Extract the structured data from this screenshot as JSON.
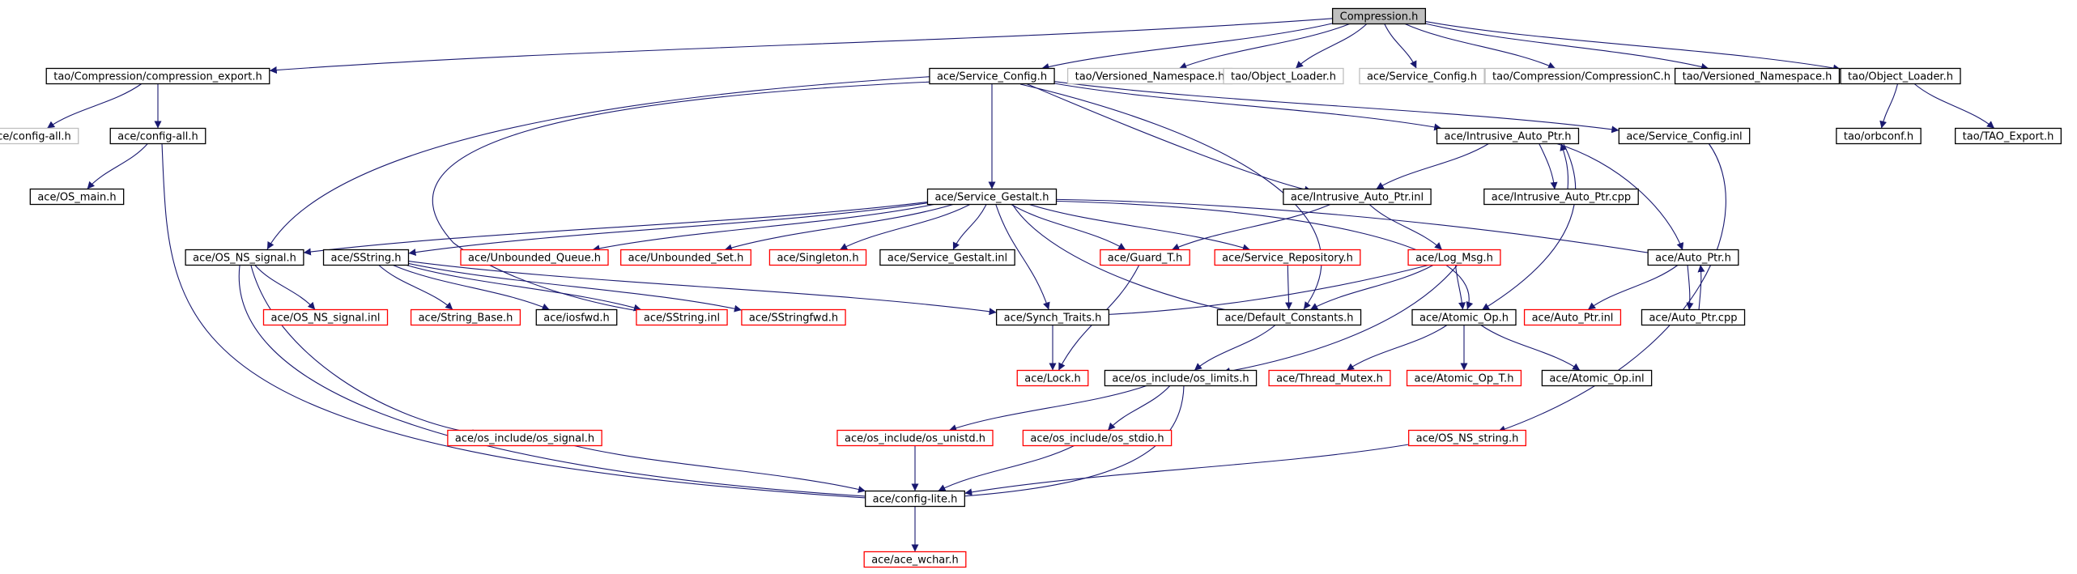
{
  "graph": {
    "root": "n_compression",
    "style": {
      "edge_color": "#191970",
      "border_black": "#000000",
      "border_red": "#ff0000",
      "border_gray": "#bfbfbf",
      "root_fill": "#bfbfbf"
    },
    "nodes": [
      {
        "id": "n_compression",
        "label": "Compression.h",
        "border": "black",
        "fill": "root"
      },
      {
        "id": "n_comp_export",
        "label": "tao/Compression/compression_export.h",
        "border": "black"
      },
      {
        "id": "n_svc_config_h",
        "label": "ace/Service_Config.h",
        "border": "black"
      },
      {
        "id": "n_vns_gray",
        "label": "tao/Versioned_Namespace.h",
        "border": "gray"
      },
      {
        "id": "n_objloader_gray",
        "label": "tao/Object_Loader.h",
        "border": "gray"
      },
      {
        "id": "n_svc_config_gray",
        "label": "ace/Service_Config.h",
        "border": "gray"
      },
      {
        "id": "n_compC_gray",
        "label": "tao/Compression/CompressionC.h",
        "border": "gray"
      },
      {
        "id": "n_vns_black",
        "label": "tao/Versioned_Namespace.h",
        "border": "black"
      },
      {
        "id": "n_objloader_black",
        "label": "tao/Object_Loader.h",
        "border": "black"
      },
      {
        "id": "n_configall_gray",
        "label": "ace/config-all.h",
        "border": "gray"
      },
      {
        "id": "n_configall",
        "label": "ace/config-all.h",
        "border": "black"
      },
      {
        "id": "n_intrusive_h",
        "label": "ace/Intrusive_Auto_Ptr.h",
        "border": "black"
      },
      {
        "id": "n_svc_config_inl",
        "label": "ace/Service_Config.inl",
        "border": "black"
      },
      {
        "id": "n_orbconf",
        "label": "tao/orbconf.h",
        "border": "black"
      },
      {
        "id": "n_tao_export",
        "label": "tao/TAO_Export.h",
        "border": "black"
      },
      {
        "id": "n_os_main",
        "label": "ace/OS_main.h",
        "border": "black"
      },
      {
        "id": "n_intrusive_inl",
        "label": "ace/Intrusive_Auto_Ptr.inl",
        "border": "black"
      },
      {
        "id": "n_intrusive_cpp",
        "label": "ace/Intrusive_Auto_Ptr.cpp",
        "border": "black"
      },
      {
        "id": "n_gestalt",
        "label": "ace/Service_Gestalt.h",
        "border": "black"
      },
      {
        "id": "n_os_ns_signal",
        "label": "ace/OS_NS_signal.h",
        "border": "black"
      },
      {
        "id": "n_sstring",
        "label": "ace/SString.h",
        "border": "black"
      },
      {
        "id": "n_unb_queue",
        "label": "ace/Unbounded_Queue.h",
        "border": "red"
      },
      {
        "id": "n_unb_set",
        "label": "ace/Unbounded_Set.h",
        "border": "red"
      },
      {
        "id": "n_singleton",
        "label": "ace/Singleton.h",
        "border": "red"
      },
      {
        "id": "n_gestalt_inl",
        "label": "ace/Service_Gestalt.inl",
        "border": "black"
      },
      {
        "id": "n_guard",
        "label": "ace/Guard_T.h",
        "border": "red"
      },
      {
        "id": "n_svc_repo",
        "label": "ace/Service_Repository.h",
        "border": "red"
      },
      {
        "id": "n_log_msg",
        "label": "ace/Log_Msg.h",
        "border": "red"
      },
      {
        "id": "n_auto_ptr",
        "label": "ace/Auto_Ptr.h",
        "border": "black"
      },
      {
        "id": "n_os_ns_signal_inl",
        "label": "ace/OS_NS_signal.inl",
        "border": "red"
      },
      {
        "id": "n_string_base",
        "label": "ace/String_Base.h",
        "border": "red"
      },
      {
        "id": "n_iosfwd",
        "label": "ace/iosfwd.h",
        "border": "black"
      },
      {
        "id": "n_sstring_inl",
        "label": "ace/SString.inl",
        "border": "red"
      },
      {
        "id": "n_sstringfwd",
        "label": "ace/SStringfwd.h",
        "border": "red"
      },
      {
        "id": "n_synch_traits",
        "label": "ace/Synch_Traits.h",
        "border": "black"
      },
      {
        "id": "n_default_const",
        "label": "ace/Default_Constants.h",
        "border": "black"
      },
      {
        "id": "n_atomic_op",
        "label": "ace/Atomic_Op.h",
        "border": "black"
      },
      {
        "id": "n_auto_ptr_inl",
        "label": "ace/Auto_Ptr.inl",
        "border": "red"
      },
      {
        "id": "n_auto_ptr_cpp",
        "label": "ace/Auto_Ptr.cpp",
        "border": "black"
      },
      {
        "id": "n_lock",
        "label": "ace/Lock.h",
        "border": "red"
      },
      {
        "id": "n_os_limits",
        "label": "ace/os_include/os_limits.h",
        "border": "black"
      },
      {
        "id": "n_thread_mutex",
        "label": "ace/Thread_Mutex.h",
        "border": "red"
      },
      {
        "id": "n_atomic_op_t",
        "label": "ace/Atomic_Op_T.h",
        "border": "red"
      },
      {
        "id": "n_atomic_op_inl",
        "label": "ace/Atomic_Op.inl",
        "border": "black"
      },
      {
        "id": "n_os_signal",
        "label": "ace/os_include/os_signal.h",
        "border": "red"
      },
      {
        "id": "n_os_unistd",
        "label": "ace/os_include/os_unistd.h",
        "border": "red"
      },
      {
        "id": "n_os_stdio",
        "label": "ace/os_include/os_stdio.h",
        "border": "red"
      },
      {
        "id": "n_os_ns_string",
        "label": "ace/OS_NS_string.h",
        "border": "red"
      },
      {
        "id": "n_config_lite",
        "label": "ace/config-lite.h",
        "border": "black"
      },
      {
        "id": "n_ace_wchar",
        "label": "ace/ace_wchar.h",
        "border": "red"
      }
    ],
    "edges": [
      [
        "n_compression",
        "n_comp_export"
      ],
      [
        "n_compression",
        "n_svc_config_h"
      ],
      [
        "n_compression",
        "n_vns_gray"
      ],
      [
        "n_compression",
        "n_objloader_gray"
      ],
      [
        "n_compression",
        "n_svc_config_gray"
      ],
      [
        "n_compression",
        "n_compC_gray"
      ],
      [
        "n_compression",
        "n_vns_black"
      ],
      [
        "n_compression",
        "n_objloader_black"
      ],
      [
        "n_comp_export",
        "n_configall_gray"
      ],
      [
        "n_comp_export",
        "n_configall"
      ],
      [
        "n_configall",
        "n_os_main"
      ],
      [
        "n_configall",
        "n_config_lite"
      ],
      [
        "n_objloader_black",
        "n_orbconf"
      ],
      [
        "n_objloader_black",
        "n_tao_export"
      ],
      [
        "n_svc_config_h",
        "n_gestalt"
      ],
      [
        "n_svc_config_h",
        "n_intrusive_h"
      ],
      [
        "n_svc_config_h",
        "n_svc_config_inl"
      ],
      [
        "n_svc_config_h",
        "n_os_ns_signal"
      ],
      [
        "n_svc_config_h",
        "n_sstring_inl"
      ],
      [
        "n_svc_config_h",
        "n_default_const"
      ],
      [
        "n_svc_config_h",
        "n_intrusive_inl"
      ],
      [
        "n_svc_config_inl",
        "n_os_ns_string"
      ],
      [
        "n_intrusive_h",
        "n_intrusive_inl"
      ],
      [
        "n_intrusive_h",
        "n_intrusive_cpp"
      ],
      [
        "n_intrusive_h",
        "n_atomic_op"
      ],
      [
        "n_intrusive_h",
        "n_auto_ptr"
      ],
      [
        "n_intrusive_cpp",
        "n_intrusive_h"
      ],
      [
        "n_intrusive_inl",
        "n_log_msg"
      ],
      [
        "n_intrusive_inl",
        "n_guard"
      ],
      [
        "n_gestalt",
        "n_os_ns_signal"
      ],
      [
        "n_gestalt",
        "n_sstring"
      ],
      [
        "n_gestalt",
        "n_unb_queue"
      ],
      [
        "n_gestalt",
        "n_unb_set"
      ],
      [
        "n_gestalt",
        "n_singleton"
      ],
      [
        "n_gestalt",
        "n_gestalt_inl"
      ],
      [
        "n_gestalt",
        "n_guard"
      ],
      [
        "n_gestalt",
        "n_svc_repo"
      ],
      [
        "n_gestalt",
        "n_auto_ptr"
      ],
      [
        "n_gestalt",
        "n_synch_traits"
      ],
      [
        "n_gestalt",
        "n_default_const"
      ],
      [
        "n_gestalt",
        "n_atomic_op"
      ],
      [
        "n_os_ns_signal",
        "n_os_ns_signal_inl"
      ],
      [
        "n_os_ns_signal",
        "n_os_signal"
      ],
      [
        "n_os_ns_signal",
        "n_config_lite"
      ],
      [
        "n_sstring",
        "n_string_base"
      ],
      [
        "n_sstring",
        "n_iosfwd"
      ],
      [
        "n_sstring",
        "n_sstring_inl"
      ],
      [
        "n_sstring",
        "n_sstringfwd"
      ],
      [
        "n_sstring",
        "n_synch_traits"
      ],
      [
        "n_guard",
        "n_lock"
      ],
      [
        "n_svc_repo",
        "n_default_const"
      ],
      [
        "n_log_msg",
        "n_default_const"
      ],
      [
        "n_log_msg",
        "n_atomic_op"
      ],
      [
        "n_log_msg",
        "n_synch_traits"
      ],
      [
        "n_log_msg",
        "n_os_limits"
      ],
      [
        "n_auto_ptr",
        "n_auto_ptr_inl"
      ],
      [
        "n_auto_ptr",
        "n_auto_ptr_cpp"
      ],
      [
        "n_auto_ptr_cpp",
        "n_auto_ptr"
      ],
      [
        "n_synch_traits",
        "n_lock"
      ],
      [
        "n_default_const",
        "n_os_limits"
      ],
      [
        "n_atomic_op",
        "n_thread_mutex"
      ],
      [
        "n_atomic_op",
        "n_atomic_op_t"
      ],
      [
        "n_atomic_op",
        "n_atomic_op_inl"
      ],
      [
        "n_os_limits",
        "n_os_unistd"
      ],
      [
        "n_os_limits",
        "n_os_stdio"
      ],
      [
        "n_os_limits",
        "n_config_lite"
      ],
      [
        "n_os_signal",
        "n_config_lite"
      ],
      [
        "n_os_unistd",
        "n_config_lite"
      ],
      [
        "n_os_stdio",
        "n_config_lite"
      ],
      [
        "n_os_ns_string",
        "n_config_lite"
      ],
      [
        "n_config_lite",
        "n_ace_wchar"
      ]
    ]
  }
}
